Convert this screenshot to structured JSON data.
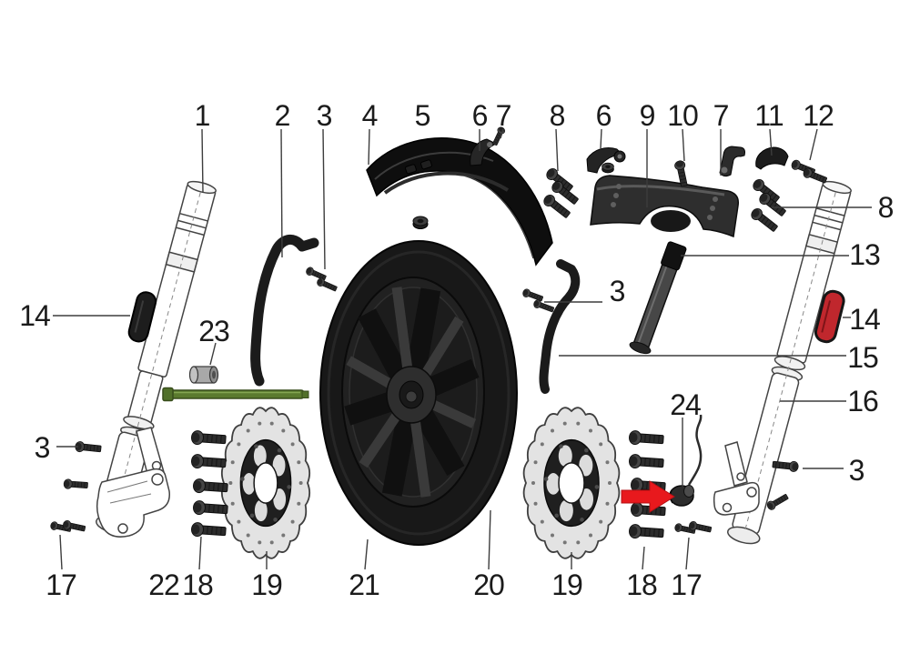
{
  "diagram": {
    "title": "Motorcycle front wheel and front fork exploded parts diagram",
    "background_color": "#ffffff",
    "arrow_color": "#e8191d",
    "axle_color": "#5a7a2e",
    "reflector_left_color": "#1d1d1d",
    "reflector_right_color": "#c0272d",
    "highlight": {
      "arrow_points_to_label": "24"
    },
    "labels": [
      {
        "text": "1"
      },
      {
        "text": "2"
      },
      {
        "text": "3"
      },
      {
        "text": "4"
      },
      {
        "text": "5"
      },
      {
        "text": "6"
      },
      {
        "text": "7"
      },
      {
        "text": "8"
      },
      {
        "text": "6"
      },
      {
        "text": "9"
      },
      {
        "text": "10"
      },
      {
        "text": "7"
      },
      {
        "text": "11"
      },
      {
        "text": "12"
      },
      {
        "text": "8"
      },
      {
        "text": "13"
      },
      {
        "text": "14"
      },
      {
        "text": "15"
      },
      {
        "text": "16"
      },
      {
        "text": "3"
      },
      {
        "text": "24"
      },
      {
        "text": "14"
      },
      {
        "text": "23"
      },
      {
        "text": "3"
      },
      {
        "text": "17"
      },
      {
        "text": "22"
      },
      {
        "text": "18"
      },
      {
        "text": "19"
      },
      {
        "text": "21"
      },
      {
        "text": "20"
      },
      {
        "text": "19"
      },
      {
        "text": "18"
      },
      {
        "text": "17"
      },
      {
        "text": "3"
      }
    ]
  }
}
